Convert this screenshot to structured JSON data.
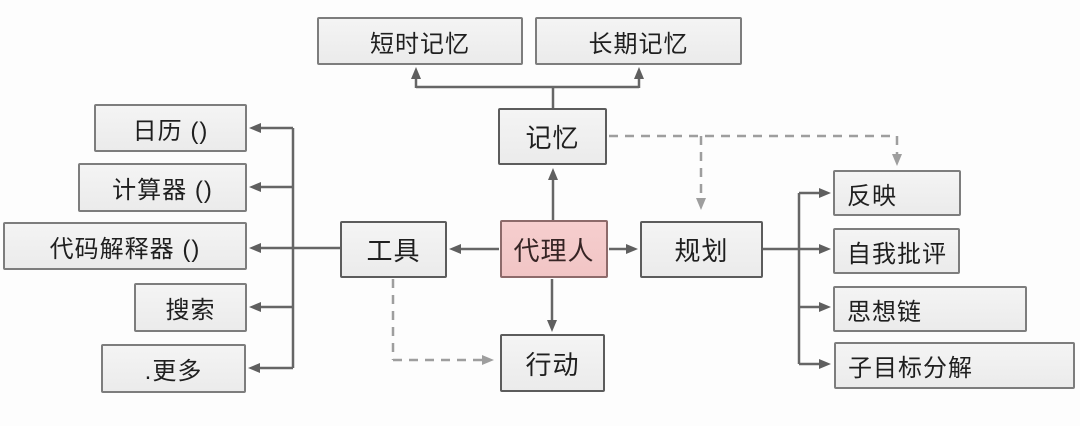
{
  "diagram": {
    "description": "LLM agent architecture diagram (Chinese labels)",
    "nodes": {
      "short_term_memory": {
        "label": "短时记忆"
      },
      "long_term_memory": {
        "label": "长期记忆"
      },
      "memory": {
        "label": "记忆"
      },
      "calendar": {
        "label": "日历 ()"
      },
      "calculator": {
        "label": "计算器 ()"
      },
      "code_interpreter": {
        "label": "代码解释器 ()"
      },
      "search": {
        "label": "搜索"
      },
      "more": {
        "label": ".更多"
      },
      "tools": {
        "label": "工具"
      },
      "agent": {
        "label": "代理人"
      },
      "planning": {
        "label": "规划"
      },
      "action": {
        "label": "行动"
      },
      "reflection": {
        "label": "反映"
      },
      "self_criticism": {
        "label": "自我批评"
      },
      "chain_of_thought": {
        "label": "思想链"
      },
      "subgoal_decomposition": {
        "label": "子目标分解"
      }
    },
    "edges": [
      {
        "from": "memory",
        "to": "short_term_memory",
        "style": "solid"
      },
      {
        "from": "memory",
        "to": "long_term_memory",
        "style": "solid"
      },
      {
        "from": "agent",
        "to": "memory",
        "style": "solid"
      },
      {
        "from": "agent",
        "to": "tools",
        "style": "solid"
      },
      {
        "from": "agent",
        "to": "planning",
        "style": "solid"
      },
      {
        "from": "agent",
        "to": "action",
        "style": "solid"
      },
      {
        "from": "tools",
        "to": "calendar",
        "style": "solid"
      },
      {
        "from": "tools",
        "to": "calculator",
        "style": "solid"
      },
      {
        "from": "tools",
        "to": "code_interpreter",
        "style": "solid"
      },
      {
        "from": "tools",
        "to": "search",
        "style": "solid"
      },
      {
        "from": "tools",
        "to": "more",
        "style": "solid"
      },
      {
        "from": "planning",
        "to": "reflection",
        "style": "solid"
      },
      {
        "from": "planning",
        "to": "self_criticism",
        "style": "solid"
      },
      {
        "from": "planning",
        "to": "chain_of_thought",
        "style": "solid"
      },
      {
        "from": "planning",
        "to": "subgoal_decomposition",
        "style": "solid"
      },
      {
        "from": "memory",
        "to": "planning",
        "style": "dashed"
      },
      {
        "from": "memory",
        "to": "reflection",
        "style": "dashed"
      },
      {
        "from": "tools",
        "to": "action",
        "style": "dashed"
      }
    ],
    "colors": {
      "node_fill": "#f0f0f0",
      "node_border": "#7d7d7d",
      "core_node_border": "#5c5c5c",
      "agent_fill": "#f5caca",
      "agent_border": "#8d6a6a",
      "solid_edge": "#666666",
      "dashed_edge": "#9e9e9e",
      "text": "#1f1f1f",
      "background": "#fdfdfd"
    }
  }
}
